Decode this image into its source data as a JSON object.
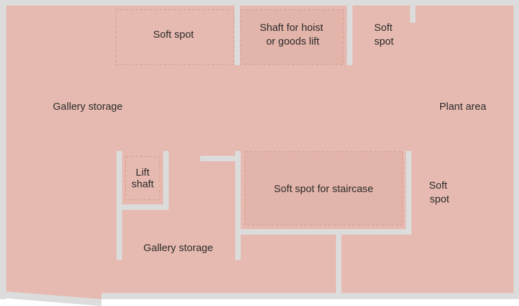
{
  "plan": {
    "colors": {
      "room_fill": "#e6bab0",
      "inner_zone_fill": "#e2b4aa",
      "wall": "#dcdcdc",
      "dashed_outline": "#d49a90",
      "background": "#ffffff",
      "label_text": "#2b2b2b"
    },
    "labels": {
      "gallery_storage_main": "Gallery storage",
      "plant_area": "Plant area",
      "soft_spot_top": "Soft spot",
      "shaft_line1": "Shaft for hoist",
      "shaft_line2": "or goods lift",
      "soft_spot_right_line1": "Soft",
      "soft_spot_right_line2": "spot",
      "lift_shaft_line1": "Lift",
      "lift_shaft_line2": "shaft",
      "soft_spot_staircase": "Soft spot for staircase",
      "soft_spot_lower_line1": "Soft",
      "soft_spot_lower_line2": "spot",
      "gallery_storage_lower": "Gallery storage"
    }
  }
}
